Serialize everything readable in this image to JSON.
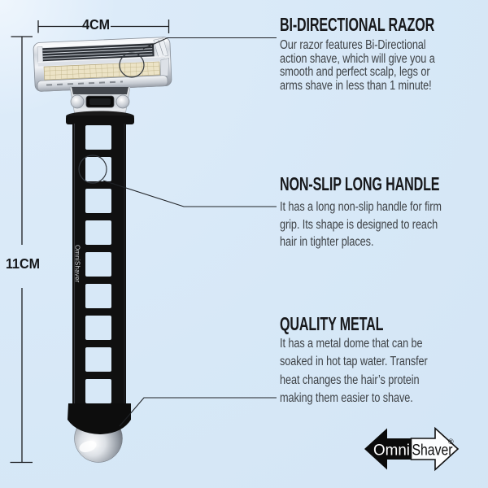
{
  "dimensions": {
    "width": "4CM",
    "height": "11CM"
  },
  "features": [
    {
      "title": "BI-DIRECTIONAL RAZOR",
      "lines": [
        "Our razor features Bi-Directional",
        "action shave, which will give you a",
        "smooth and perfect scalp, legs or",
        "arms shave in less than 1 minute!"
      ]
    },
    {
      "title": "NON-SLIP LONG HANDLE",
      "lines": [
        "It has a long non-slip handle for firm",
        "grip. Its shape is designed to reach",
        "hair in tighter places."
      ]
    },
    {
      "title": "QUALITY METAL",
      "lines": [
        "It has a metal dome that can be",
        "soaked in hot tap water. Transfer",
        "heat changes the hair’s protein",
        "making them easier to shave."
      ]
    }
  ],
  "razor": {
    "handle_brand": "OmniShaver"
  },
  "logo": {
    "left": "Omni",
    "right": "Shaver",
    "registered": "®",
    "left_arrow_icon": "left-arrow",
    "right_arrow_icon": "right-arrow"
  },
  "colors": {
    "background": "#d7e8f7",
    "title_text": "#17181b",
    "body_text": "#3e4246",
    "line": "#202327",
    "logo_black": "#0b0b0b",
    "logo_white": "#fcfdfe",
    "lubricating_strip": "#ece3c6"
  }
}
